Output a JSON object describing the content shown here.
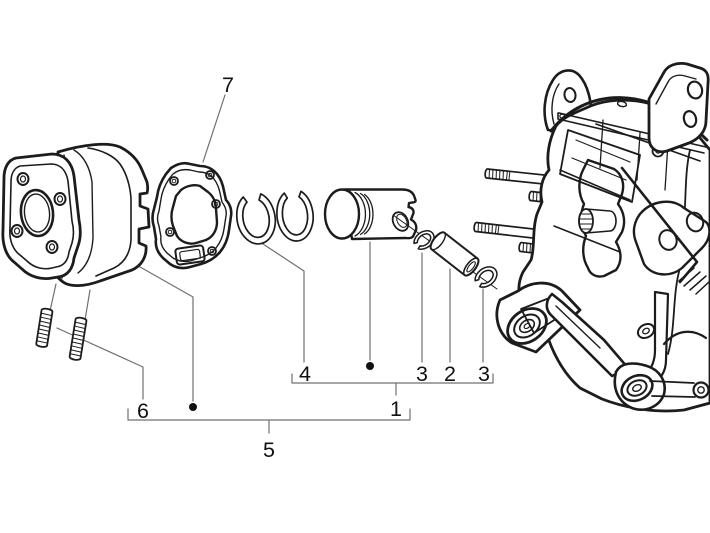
{
  "figure": {
    "kind": "exploded-parts-diagram",
    "background": "#ffffff",
    "line_color": "#1c1c1c",
    "leader_color": "#707070",
    "label_color": "#111111",
    "callouts": {
      "c1": "1",
      "c2": "2",
      "c3a": "3",
      "c3b": "3",
      "c4": "4",
      "c5": "5",
      "c6": "6",
      "c7": "7"
    },
    "parts": {
      "c1": "piston-assembly-group",
      "c2": "gudgeon-pin",
      "c3a": "pin-circlip",
      "c3b": "pin-circlip",
      "c4": "piston-ring-pair",
      "c5": "cylinder-kit-group",
      "c6": "cylinder-stud-pair",
      "c7": "cylinder-base-gasket",
      "unlabeled": [
        "cylinder-with-head-flange",
        "engine-crankcase-with-studs"
      ]
    }
  }
}
